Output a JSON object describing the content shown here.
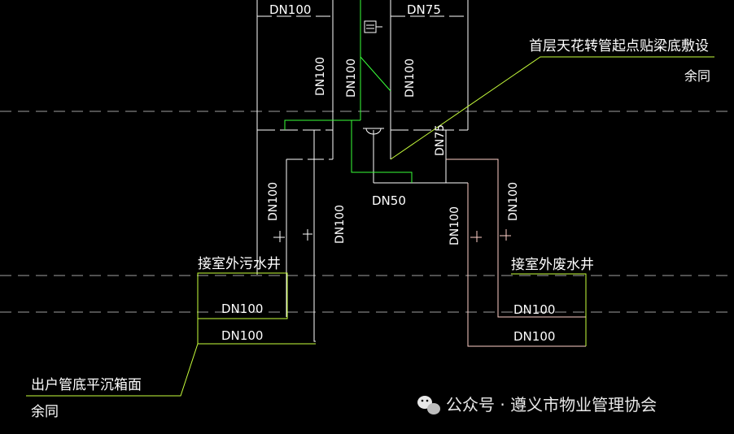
{
  "drawing": {
    "pipe_labels": {
      "dn100_top": "DN100",
      "dn75_top": "DN75",
      "dn100_v1": "DN100",
      "dn100_v2": "DN100",
      "dn100_v3": "DN100",
      "dn75_v": "DN75",
      "dn50": "DN50",
      "dn100_left_a": "DN100",
      "dn100_left_b": "DN100",
      "dn100_right_a": "DN100",
      "dn100_right_b": "DN100",
      "dn100_well_l1": "DN100",
      "dn100_well_l2": "DN100",
      "dn100_well_r1": "DN100",
      "dn100_well_r2": "DN100"
    },
    "notes": {
      "ceiling_transfer": "首层天花转管起点贴梁底敷设",
      "ceiling_same": "余同",
      "sewage_well": "接室外污水井",
      "waste_well": "接室外废水井",
      "outlet_elevation": "出户管底平沉箱面",
      "outlet_same": "余同"
    },
    "colors": {
      "white_line": "#ffffff",
      "green_line": "#39ff39",
      "yellow_green": "#c8ff3c",
      "pink_line": "#ffd0c8",
      "grey_dash": "#a0a0a0"
    }
  },
  "watermark": {
    "icon": "wechat-icon",
    "text": "公众号 · 遵义市物业管理协会"
  }
}
